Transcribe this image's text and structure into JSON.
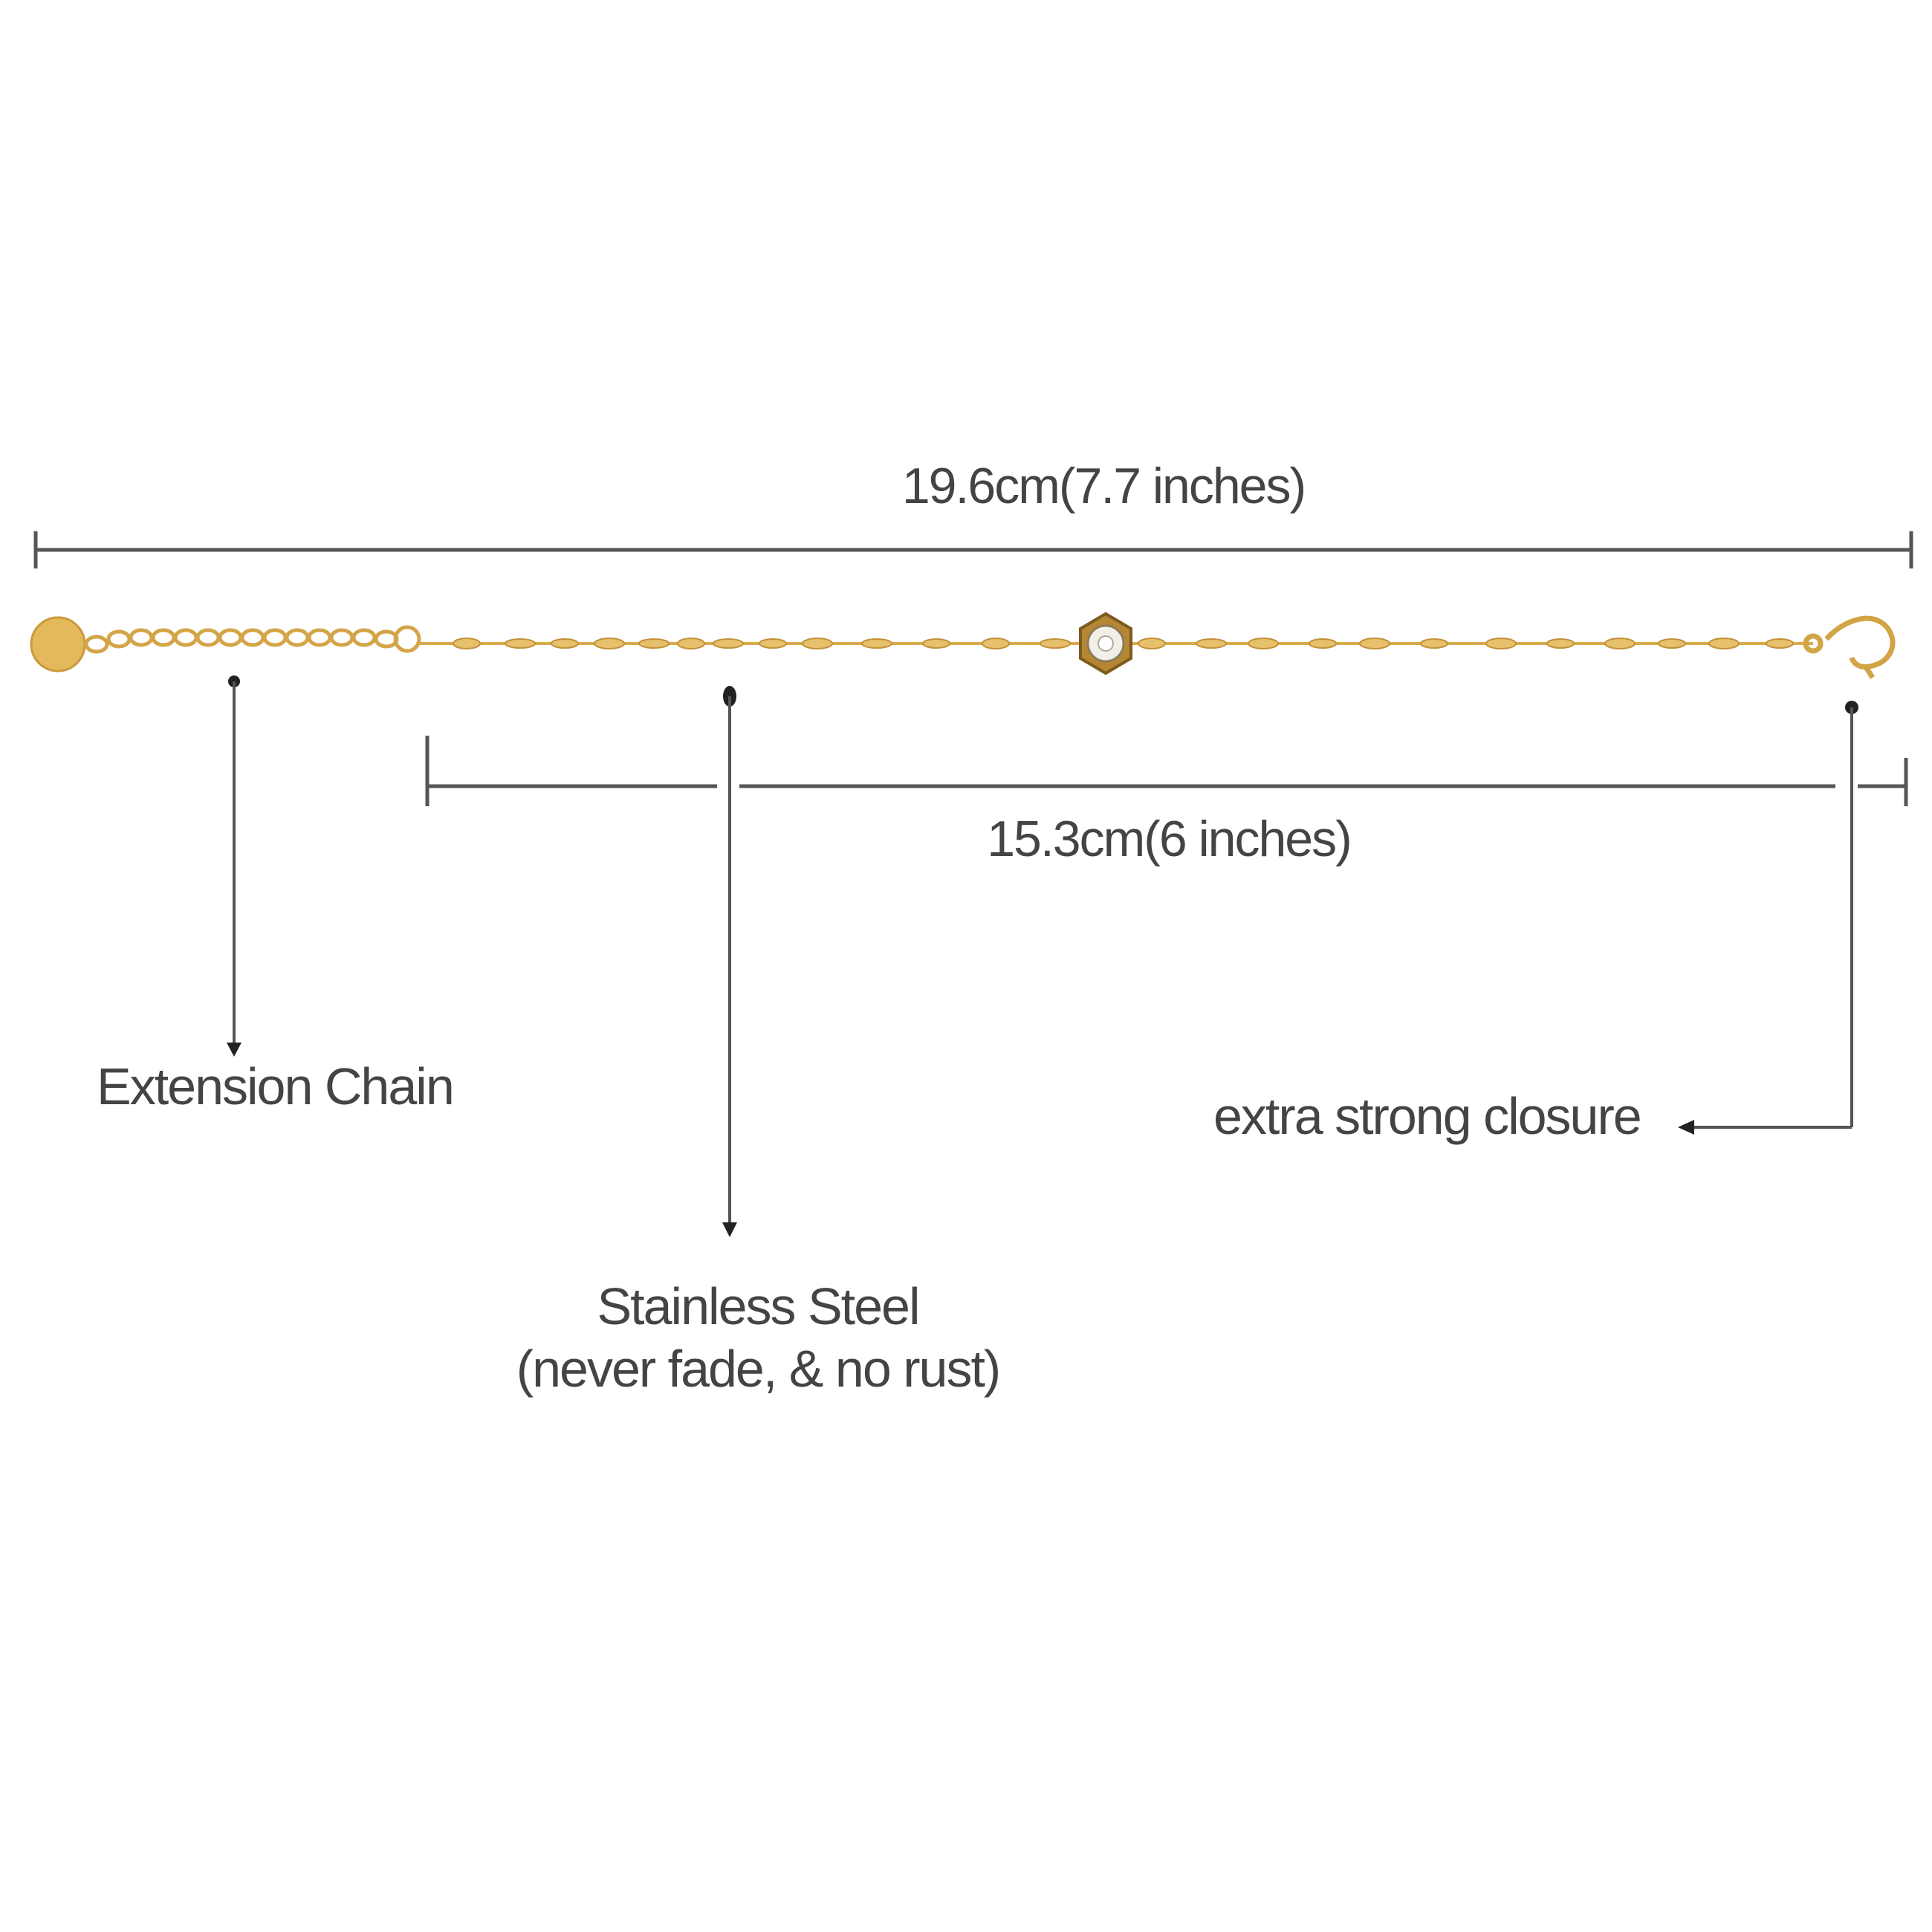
{
  "measurements": {
    "total_length": "19.6cm(7.7 inches)",
    "main_length": "15.3cm(6 inches)"
  },
  "callouts": {
    "extension_chain": "Extension Chain",
    "material_line1": "Stainless Steel",
    "material_line2": "(never fade, & no rust)",
    "closure": "extra strong closure"
  },
  "colors": {
    "line": "#555555",
    "text": "#444444",
    "gold": "#e2b85a",
    "gold_dark": "#b8892e",
    "background": "#ffffff"
  }
}
